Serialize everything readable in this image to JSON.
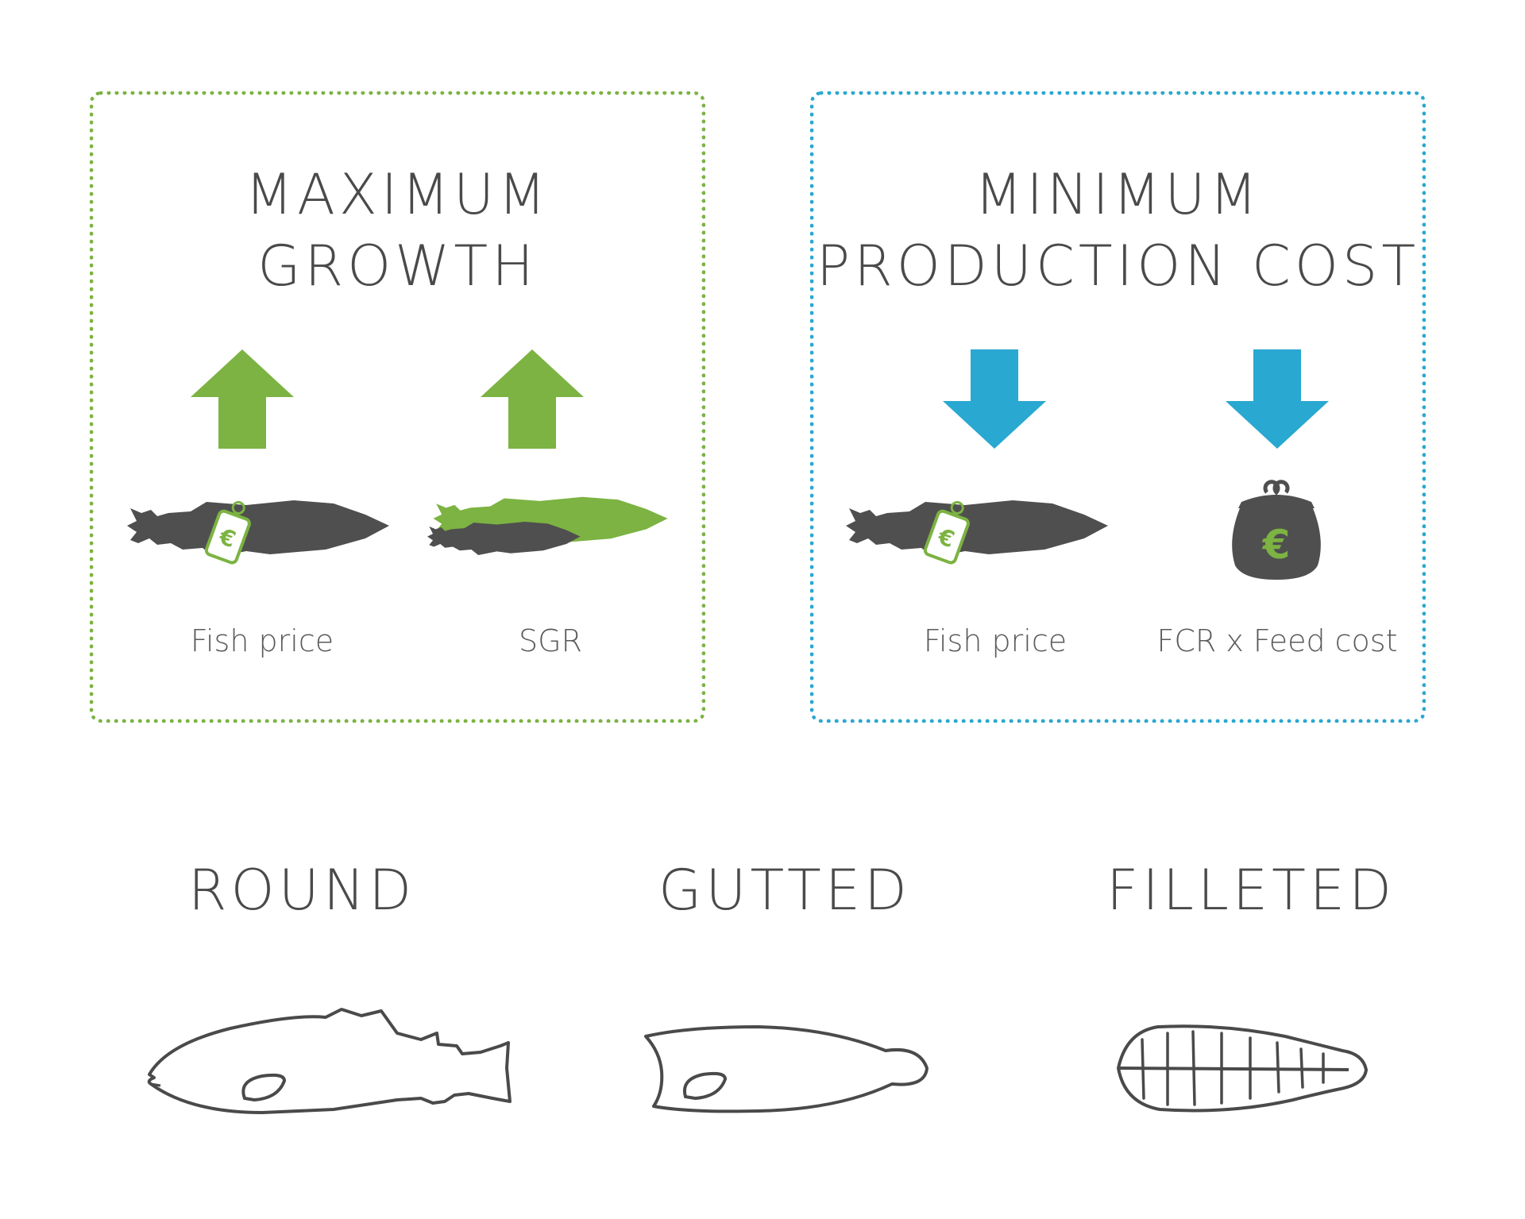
{
  "panels": [
    {
      "title_line1": "MAXIMUM",
      "title_line2": "GROWTH",
      "accent_color": "#7cb342",
      "arrow_direction": "up",
      "items": [
        {
          "caption": "Fish price",
          "icon": "fish-price-tag-icon"
        },
        {
          "caption": "SGR",
          "icon": "growing-fish-icon"
        }
      ]
    },
    {
      "title_line1": "MINIMUM",
      "title_line2": "PRODUCTION COST",
      "accent_color": "#29a8d1",
      "arrow_direction": "down",
      "items": [
        {
          "caption": "Fish price",
          "icon": "fish-price-tag-icon"
        },
        {
          "caption": "FCR x Feed cost",
          "icon": "coin-purse-euro-icon"
        }
      ]
    }
  ],
  "currency_symbol": "€",
  "fish_forms": [
    {
      "label": "ROUND",
      "icon": "round-fish-outline-icon"
    },
    {
      "label": "GUTTED",
      "icon": "gutted-fish-outline-icon"
    },
    {
      "label": "FILLETED",
      "icon": "filleted-fish-outline-icon"
    }
  ],
  "colors": {
    "growth_green": "#7cb342",
    "cost_blue": "#29a8d1",
    "fish_gray": "#4f4f4f",
    "text_gray": "#4a4a4a"
  }
}
